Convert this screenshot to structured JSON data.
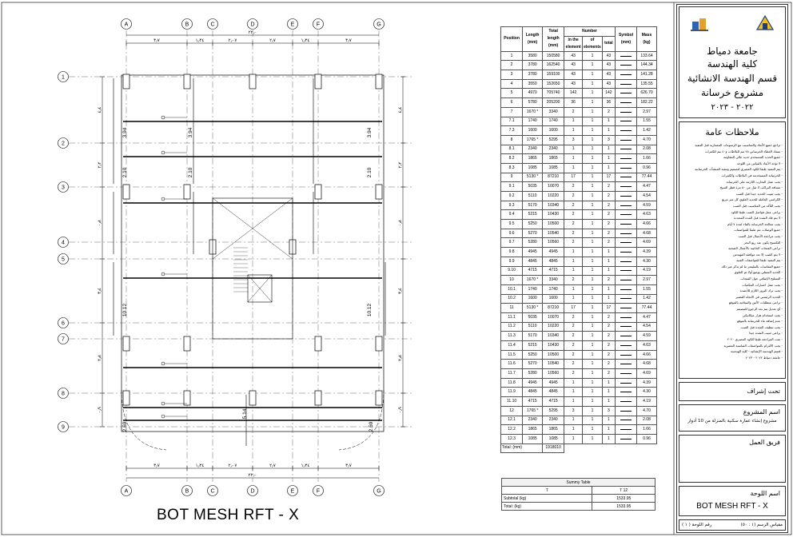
{
  "plan": {
    "title": "BOT MESH RFT - X",
    "grid_letters": [
      "A",
      "B",
      "C",
      "D",
      "E",
      "F",
      "G"
    ],
    "grid_numbers": [
      "1",
      "2",
      "3",
      "4",
      "5",
      "6",
      "7",
      "8",
      "9"
    ],
    "top_dims": [
      "٣٫٧",
      "١٫٣٤",
      "٢٫٠٧",
      "٢٫٧",
      "١٫٣٤",
      "٣٫٧"
    ],
    "bottom_dims": [
      "٣٫٧",
      "١٫٣٤",
      "٢٫٠٧",
      "٢٫٧",
      "١٫٣٤",
      "٣٫٧"
    ],
    "overall_dim": "٢٢٫٠",
    "left_dims": [
      "٤٫٤",
      "٢٫٢",
      "٠٫٨",
      "٣٫٤",
      "٢٫٨",
      "٠٫٩"
    ],
    "right_dims": [
      "٤٫٤",
      "٢٫٢",
      "٠٫٨",
      "٣٫٤",
      "٢٫٨",
      "٠٫٩"
    ],
    "span_labels": [
      "3.94",
      "3.94",
      "3.94",
      "2.10",
      "2.10",
      "2.10",
      "10.12",
      "10.12",
      "5.14",
      "2.69",
      "2.69"
    ]
  },
  "bbs": {
    "headers": {
      "position": "Position",
      "length": "Length (mm)",
      "total_length": "Total length (mm)",
      "number": "Number",
      "in_element": "in the element",
      "of_elements": "of elements",
      "total": "total",
      "symbol": "Symbol (mm)",
      "mass": "Mass (kg)"
    },
    "rows": [
      [
        "1",
        "3580",
        "150580",
        "43",
        "1",
        "43",
        "133.64"
      ],
      [
        "2",
        "3780",
        "162540",
        "43",
        "1",
        "43",
        "144.34"
      ],
      [
        "3",
        "3780",
        "159100",
        "43",
        "1",
        "43",
        "141.28"
      ],
      [
        "4",
        "3550",
        "152650",
        "43",
        "1",
        "43",
        "135.55"
      ],
      [
        "5",
        "4970",
        "705740",
        "142",
        "1",
        "142",
        "626.70"
      ],
      [
        "6",
        "5780",
        "205200",
        "36",
        "1",
        "36",
        "182.22"
      ],
      [
        "7",
        "1670 *",
        "3340",
        "2",
        "1",
        "2",
        "2.97"
      ],
      [
        "7.1",
        "1740",
        "1740",
        "1",
        "1",
        "1",
        "1.55"
      ],
      [
        "7.3",
        "1600",
        "1600",
        "1",
        "1",
        "1",
        "1.42"
      ],
      [
        "8",
        "1765 *",
        "5295",
        "3",
        "1",
        "3",
        "4.70"
      ],
      [
        "8.1",
        "2340",
        "2340",
        "1",
        "1",
        "1",
        "2.08"
      ],
      [
        "8.2",
        "1865",
        "1865",
        "1",
        "1",
        "1",
        "1.66"
      ],
      [
        "8.3",
        "1085",
        "1085",
        "1",
        "1",
        "1",
        "0.96"
      ],
      [
        "9",
        "5130 *",
        "87210",
        "17",
        "1",
        "17",
        "77.44"
      ],
      [
        "9.1",
        "5035",
        "10070",
        "2",
        "1",
        "2",
        "4.47"
      ],
      [
        "9.2",
        "5110",
        "10220",
        "2",
        "1",
        "2",
        "4.54"
      ],
      [
        "9.3",
        "5170",
        "10340",
        "2",
        "1",
        "2",
        "4.59"
      ],
      [
        "9.4",
        "5215",
        "10430",
        "2",
        "1",
        "2",
        "4.63"
      ],
      [
        "9.5",
        "5250",
        "10500",
        "2",
        "1",
        "2",
        "4.66"
      ],
      [
        "9.6",
        "5270",
        "10540",
        "2",
        "1",
        "2",
        "4.68"
      ],
      [
        "9.7",
        "5280",
        "10560",
        "2",
        "1",
        "2",
        "4.69"
      ],
      [
        "9.8",
        "4945",
        "4945",
        "1",
        "1",
        "1",
        "4.39"
      ],
      [
        "9.9",
        "4845",
        "4845",
        "1",
        "1",
        "1",
        "4.30"
      ],
      [
        "9.10",
        "4715",
        "4715",
        "1",
        "1",
        "1",
        "4.19"
      ],
      [
        "10",
        "1670 *",
        "3340",
        "2",
        "1",
        "2",
        "2.97"
      ],
      [
        "10.1",
        "1740",
        "1740",
        "1",
        "1",
        "1",
        "1.55"
      ],
      [
        "10.2",
        "1600",
        "1600",
        "1",
        "1",
        "1",
        "1.42"
      ],
      [
        "11",
        "5130 *",
        "87210",
        "17",
        "1",
        "17",
        "77.44"
      ],
      [
        "11.1",
        "5035",
        "10070",
        "2",
        "1",
        "2",
        "4.47"
      ],
      [
        "11.2",
        "5110",
        "10220",
        "2",
        "1",
        "2",
        "4.54"
      ],
      [
        "11.3",
        "5170",
        "10340",
        "2",
        "1",
        "2",
        "4.59"
      ],
      [
        "11.4",
        "5215",
        "10430",
        "2",
        "1",
        "2",
        "4.63"
      ],
      [
        "11.5",
        "5250",
        "10500",
        "2",
        "1",
        "2",
        "4.66"
      ],
      [
        "11.6",
        "5270",
        "10540",
        "2",
        "1",
        "2",
        "4.68"
      ],
      [
        "11.7",
        "5280",
        "10560",
        "2",
        "1",
        "2",
        "4.69"
      ],
      [
        "11.8",
        "4945",
        "4945",
        "1",
        "1",
        "1",
        "4.39"
      ],
      [
        "11.9",
        "4845",
        "4845",
        "1",
        "1",
        "1",
        "4.30"
      ],
      [
        "11.10",
        "4715",
        "4715",
        "1",
        "1",
        "1",
        "4.19"
      ],
      [
        "12",
        "1765 *",
        "5295",
        "3",
        "1",
        "3",
        "4.70"
      ],
      [
        "12.1",
        "2340",
        "2340",
        "1",
        "1",
        "1",
        "2.08"
      ],
      [
        "12.2",
        "1865",
        "1865",
        "1",
        "1",
        "1",
        "1.66"
      ],
      [
        "12.3",
        "1085",
        "1085",
        "1",
        "1",
        "1",
        "0.96"
      ]
    ],
    "total_label": "Total: (mm)",
    "total_value": "1918010"
  },
  "summary": {
    "title": "Summy Table",
    "col1": "T",
    "col2": "T 12",
    "rows": [
      [
        "Subtotal (kg)",
        "1533.95"
      ],
      [
        "Total: (kg)",
        "1533.95"
      ]
    ]
  },
  "titleblock": {
    "university": "جامعة دمياط",
    "faculty": "كلية الهندسة",
    "department": "قسم الهندسة الانشائية",
    "project_type": "مشروع خرسانة",
    "years": "٢٠٢٢ - ٢٠٢٣",
    "notes_title": "ملاحظات عامة",
    "notes": [
      "- تراجع جميع الأبعاد والمناسيب مع الرسومات المعمارية قبل التنفيذ",
      "- سمك الغطاء الخرساني ٢٥ مم للبلاطات و٤٠ مم للكمرات",
      "- جميع الحديد المستخدم حديد عالي المقاومة",
      "- لا تؤخذ الأبعاد بالقياس من اللوحة",
      "- يتم التنفيذ طبقا للكود المصري لتصميم وتنفيذ المنشآت الخرسانية",
      "- الخرسانة المستخدمة في البلاطات والكمرات",
      "- يجب عمل التجارب اللازمة على الخرسانة",
      "- مسافة التراكب لا تقل عن ٥٠ مرة قطر السيخ",
      "- يجب تثبيت الحديد جيدا قبل الصب",
      "- الكراسي الحاملة للحديد العلوي كل متر مربع",
      "- يجب التأكد من المناسيب قبل الصب",
      "- يراعى عمل فواصل الصب طبقا للكود",
      "- لا يتم فك الشدة قبل المدة المحددة",
      "- يجب معالجة الخرسانة بالماء لمدة ٧ أيام",
      "- جميع الوصلات تتم طبقا للمواصفات",
      "- يجب مراجعة الأعمال قبل الصب",
      "- التكسيح يكون عند ربع البحر",
      "- تراعى الفتحات الخاصة بالأعمال الصحية",
      "- لا يتم الصب إلا بعد موافقة المهندس",
      "- يتم التنفيذ طبقا للمواصفات الفنية",
      "- جميع المقاسات بالمليمتر ما لم يذكر غير ذلك",
      "- الحديد السفلي يوضع أولا ثم العلوي",
      "- التسليح الإضافي حول الفتحات",
      "- يجب عمل اختبارات المكعبات",
      "- يجب ترك البروز اللازم للأعمدة",
      "- الحديد الرئيسي في الاتجاه القصير",
      "- تراعى متطلبات الأمن والسلامة بالموقع",
      "- أي تعديل يتم بعد الرجوع للمصمم",
      "- يجب استخدام هزاز ميكانيكي",
      "- عدم إضافة ماء للخرسانة بالموقع",
      "- يجب تنظيف الشدة قبل الصب",
      "- يراعى تثبيت الشدة جيدا",
      "- تمت المراجعة طبقا للكود المصري ٢٠٢٠",
      "- يجب الالتزام بالمواصفات القياسية المصرية",
      "- قسم الهندسة الإنشائية - كلية الهندسة",
      "- جامعة دمياط ٢٠٢٢ - ٢٠٢٣"
    ],
    "supervision": "تحت إشراف",
    "project_name_label": "اسم المشروع",
    "project_name": "مشروع إنشاء عمارة سكنية بالمنزلة من 10 أدوار",
    "team_label": "فريق العمل",
    "sheet_name_label": "اسم اللوحة",
    "sheet_name": "BOT MESH RFT - X",
    "scale": "مقياس الرسم (١ : ٥٠)",
    "sheet_no": "رقم اللوحة ( ١ )"
  }
}
